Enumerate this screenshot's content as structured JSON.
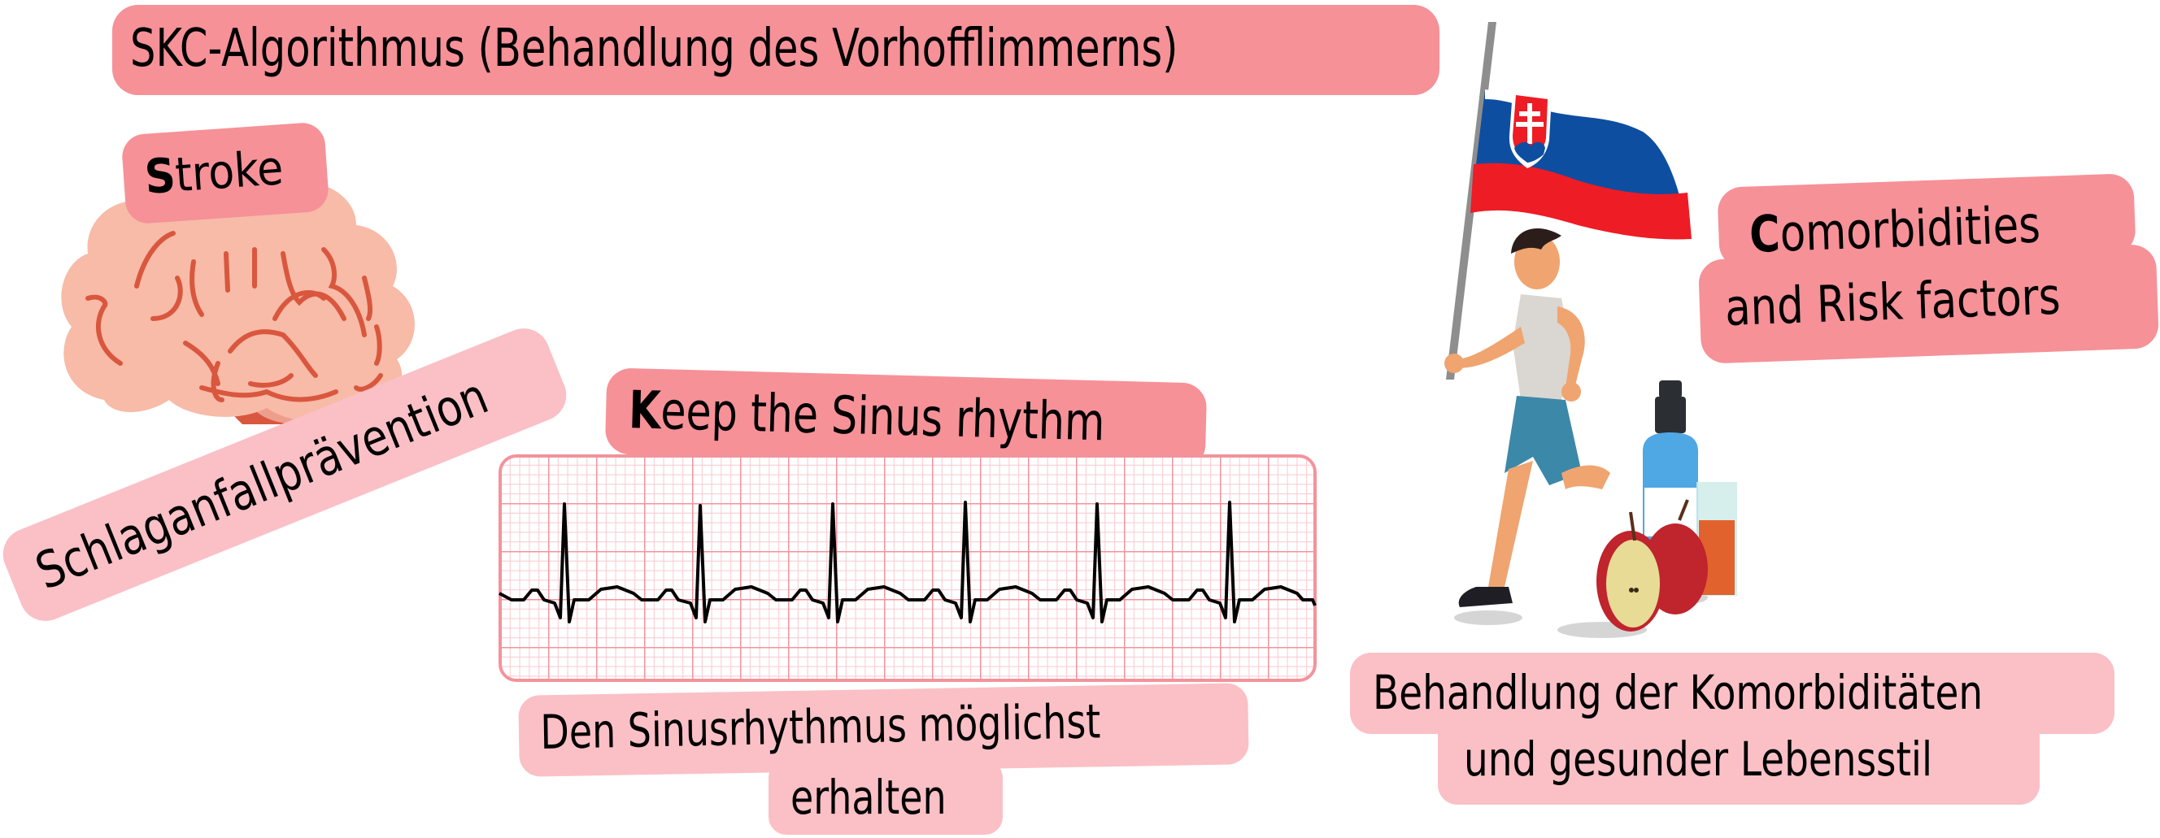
{
  "title": "SKC-Algorithmus (Behandlung des Vorhofflimmerns)",
  "stroke": {
    "initial": "S",
    "rest": "troke",
    "caption": "Schlaganfallprävention",
    "illustration": "brain-icon"
  },
  "keep": {
    "initial": "K",
    "rest": "eep the Sinus rhythm",
    "caption_line1": "Den Sinusrhythmus möglichst",
    "caption_line2": "erhalten",
    "illustration": "ecg-strip-icon"
  },
  "comorbidities": {
    "initial": "C",
    "line1_rest": "omorbidities",
    "line2": "and Risk factors",
    "caption_line1": "Behandlung der Komorbiditäten",
    "caption_line2": "und gesunder Lebensstil",
    "illustration": "runner-with-slovak-flag-icon"
  },
  "colors": {
    "label_dark": "#F69198",
    "label_light": "#FAC0C6",
    "brain": "#F7BBA8",
    "brain_lines": "#D9573E",
    "ecg_major": "#F3939B",
    "ecg_minor": "#F9C8CD",
    "flag_white": "#FFFFFF",
    "flag_blue": "#0D4EA1",
    "flag_red": "#EE1C25"
  }
}
